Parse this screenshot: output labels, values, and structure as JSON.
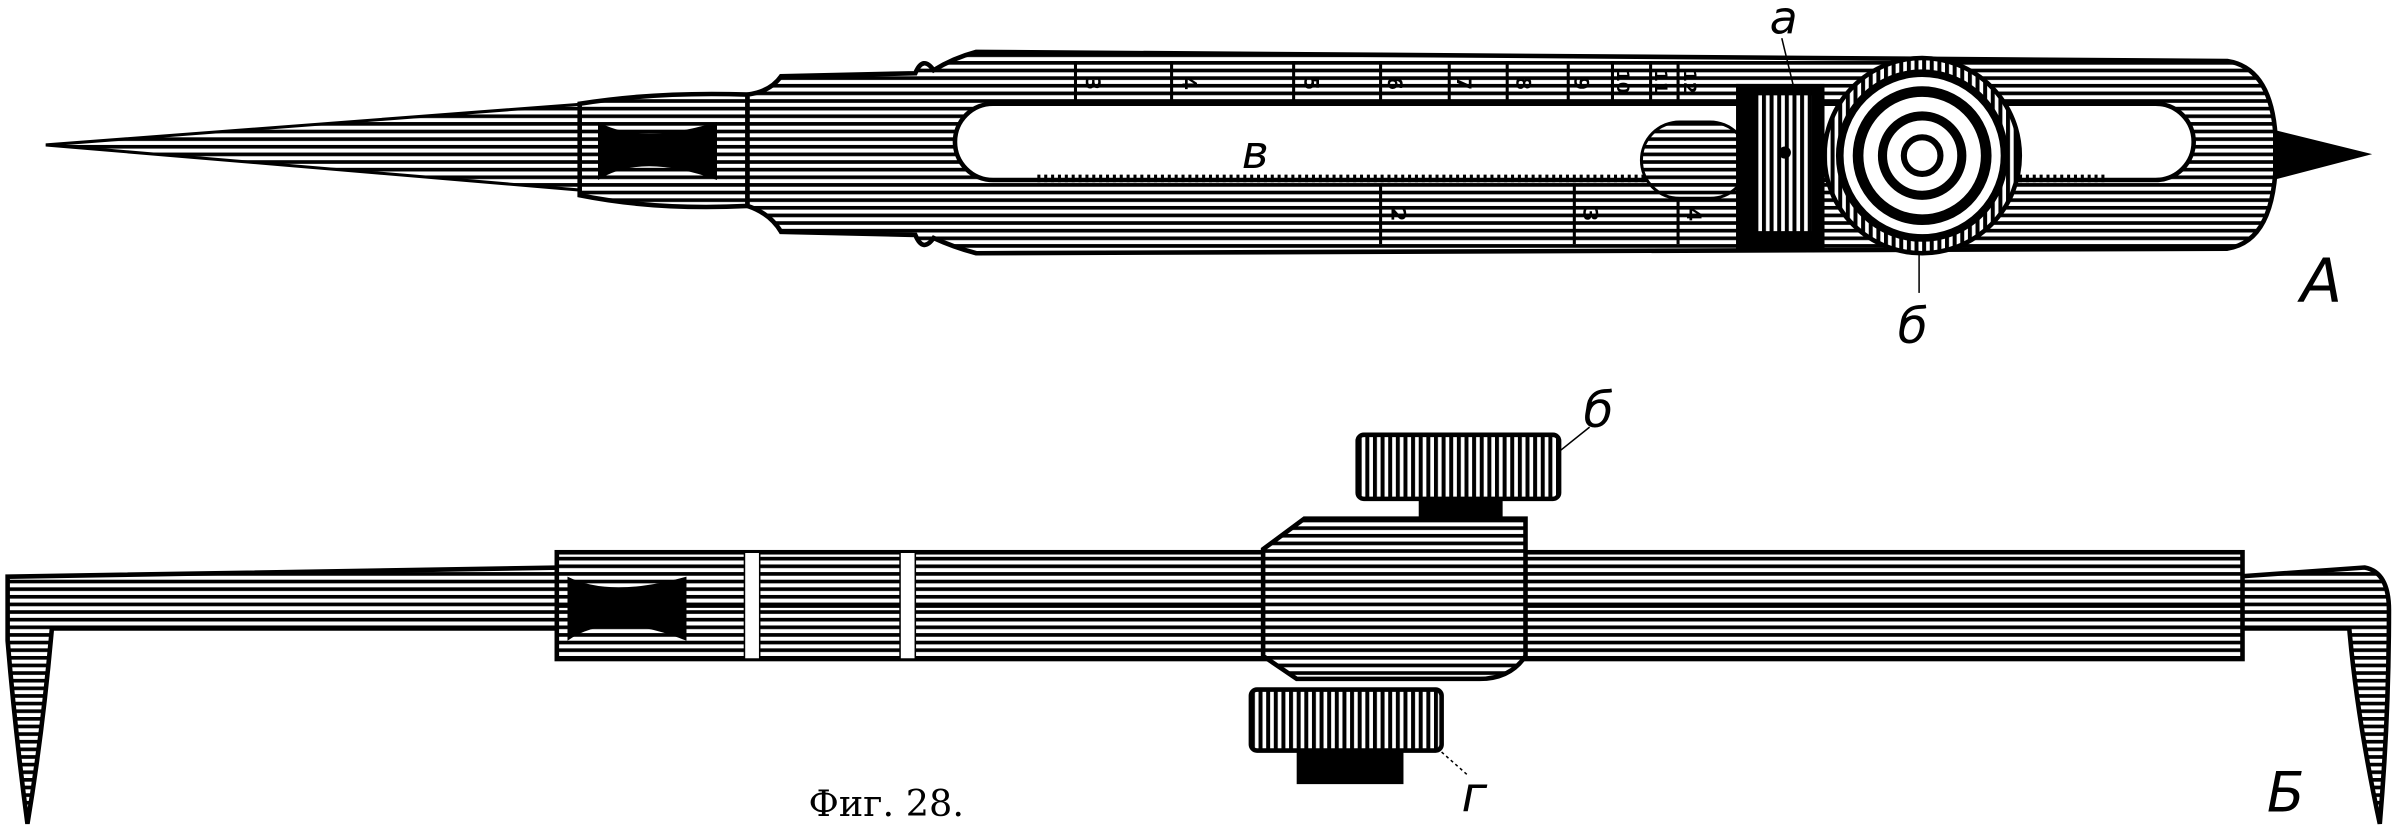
{
  "figure": {
    "caption": "Фиг. 28.",
    "view_a": {
      "label": "А",
      "part_labels": {
        "slider": "а",
        "wheel": "б",
        "slot": "в"
      },
      "upper_scale": [
        "3",
        "4",
        "5",
        "6",
        "7",
        "8",
        "9",
        "10",
        "11",
        "12"
      ],
      "lower_scale": [
        "2",
        "3",
        "4"
      ]
    },
    "view_b": {
      "label": "Б",
      "part_labels": {
        "top_knob": "б",
        "bottom_knob": "г"
      }
    }
  },
  "colors": {
    "ink": "#000000",
    "paper": "#ffffff"
  }
}
